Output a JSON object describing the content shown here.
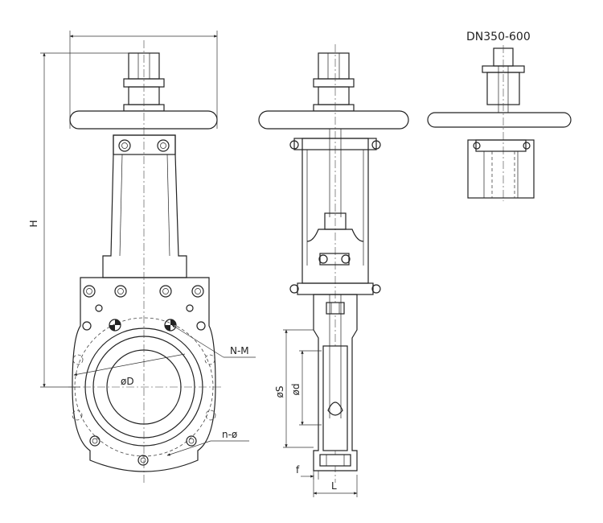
{
  "title": "DN350-600",
  "labels": {
    "height": "H",
    "bolts": "N-M",
    "bolt_holes": "n-ø",
    "diameter_d_upper": "øD",
    "diameter_s": "øS",
    "diameter_d_lower": "ød",
    "face": "f",
    "length": "L"
  }
}
